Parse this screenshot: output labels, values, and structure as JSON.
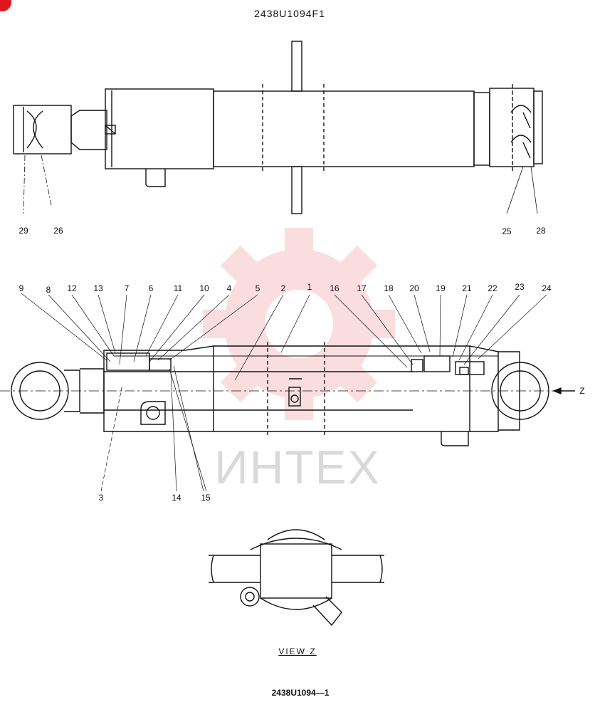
{
  "header": {
    "drawing_number": "2438U1094F1"
  },
  "footer": {
    "drawing_number": "2438U1094—1"
  },
  "view_label": "VIEW   Z",
  "arrow_label": "Z",
  "watermark": {
    "text": "ИНТЕХ",
    "color": "#f7c4c6"
  },
  "top_view_labels": [
    "29",
    "26",
    "25",
    "28"
  ],
  "section_labels_top": [
    "9",
    "8",
    "12",
    "13",
    "7",
    "6",
    "11",
    "10",
    "4",
    "5",
    "2",
    "1",
    "16",
    "17",
    "18",
    "20",
    "19",
    "21",
    "22",
    "23",
    "24"
  ],
  "section_labels_bottom": [
    "3",
    "14",
    "15"
  ]
}
